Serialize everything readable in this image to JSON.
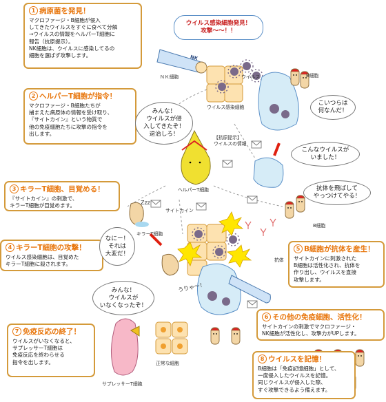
{
  "steps": [
    {
      "num": "1",
      "title": "病原菌を発見！",
      "body": "マクロファージ・B細胞が侵入\nしてきたウイルスをすぐに食べて分解\n→ウイルスの情報をヘルパーT細胞に\n報告（抗原提示）。\nNK細胞は、ウイルスに感染してるの\n細胞を選ばず攻撃します。"
    },
    {
      "num": "2",
      "title": "ヘルパーT細胞が指令！",
      "body": "マクロファージ・B細胞たちが\n捕まえた病原体の情報を受け取り、\n『サイトカイン』という物質で\n他の免疫細胞たちに攻撃の指令を\n出します。"
    },
    {
      "num": "3",
      "title": "キラーT細胞、目覚める！",
      "body": "『サイトカイン』の刺激で、\nキラーT細胞が目覚めます。"
    },
    {
      "num": "4",
      "title": "キラーT細胞の攻撃！",
      "body": "ウイルス感染細胞は、目覚めた\nキラーT細胞に殺されます。"
    },
    {
      "num": "5",
      "title": "B細胞が抗体を産生！",
      "body": "サイトカインに刺激された\nB細胞は活性化され、抗体を\n作り出し、ウイルスを直接\n攻撃します。"
    },
    {
      "num": "6",
      "title": "その他の免疫細胞、活性化！",
      "body": "サイトカインの刺激でマクロファージ・\nNK細胞が活性化し、攻撃力がUPします。"
    },
    {
      "num": "7",
      "title": "免疫反応の終了！",
      "body": "ウイルスがいなくなると、\nサプレッサーT細胞は\n免疫反応を終わらせる\n指令を出します。"
    },
    {
      "num": "8",
      "title": "ウイルスを記憶！",
      "body": "B細胞は「免疫記憶細胞」として、\n一度侵入したウイルスを記憶。\n同じウイルスが侵入した際、\nすぐ攻撃できるよう備えます。"
    }
  ],
  "bubbles": {
    "virus_found": "ウイルス感染細胞発見！\n攻撃～～！！",
    "helper_call": "みんな！\nウイルスが侵\n入してきたぞ！\n退治しろ！",
    "who_is_this": "こいつらは\n何なんだ！",
    "this_virus": "こんなウイルスが\nいました！",
    "antibody": "抗体を飛ばして\nやっつけてやる！",
    "killer_wake": "なにー！\nそれは\n大変だ！",
    "virus_gone": "みんな！\nウイルスが\nいなくなったぞ！"
  },
  "labels": {
    "nk": "ＮＫ細胞",
    "nk_tag": "NK",
    "b_cell_top": "B細胞",
    "virus": "ウイルス",
    "infected_cell": "ウイルス感染細胞",
    "antigen": "【抗原提示】\nウイルスの情報",
    "helper": "ヘルパーT細胞",
    "cytokine": "サイトカイン",
    "killer": "キラーT細胞",
    "b_cell_mid": "B細胞",
    "antibody_label": "抗体",
    "suppressor": "サプレッサーT細胞",
    "normal_cell": "正常な細胞",
    "zzz": "Zzz",
    "shout": "うりゃ～！"
  },
  "colors": {
    "accent": "#e8760c",
    "box_border": "#d49a3a",
    "alert": "#c81e1e",
    "cell_fill": "#fde2b0",
    "virus": "#7a6a8a",
    "helper": "#f0e030"
  }
}
